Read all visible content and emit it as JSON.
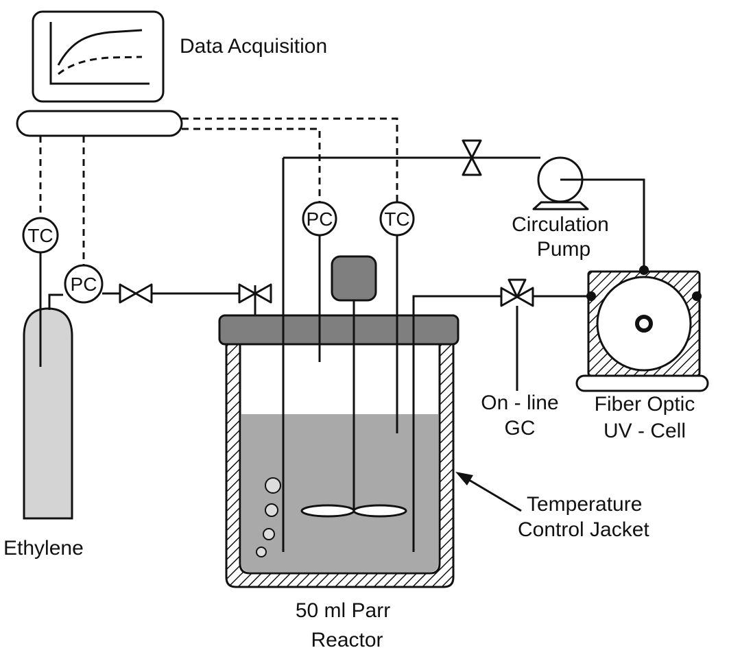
{
  "labels": {
    "data_acquisition": "Data Acquisition",
    "circulation_pump_line1": "Circulation",
    "circulation_pump_line2": "Pump",
    "on_line_gc_line1": "On - line",
    "on_line_gc_line2": "GC",
    "fiber_optic_line1": "Fiber Optic",
    "fiber_optic_line2": "UV - Cell",
    "temperature_jacket_line1": "Temperature",
    "temperature_jacket_line2": "Control Jacket",
    "reactor_line1": "50 ml Parr",
    "reactor_line2": "Reactor",
    "ethylene": "Ethylene"
  },
  "instruments": {
    "tc_cylinder": "TC",
    "pc_cylinder": "PC",
    "pc_reactor": "PC",
    "tc_reactor": "TC"
  },
  "colors": {
    "line": "#111111",
    "gray_fill": "#a9a9a9",
    "dark_gray": "#7f7f7f",
    "cylinder_fill": "#d4d4d4",
    "bubble_fill": "#dddddd"
  }
}
